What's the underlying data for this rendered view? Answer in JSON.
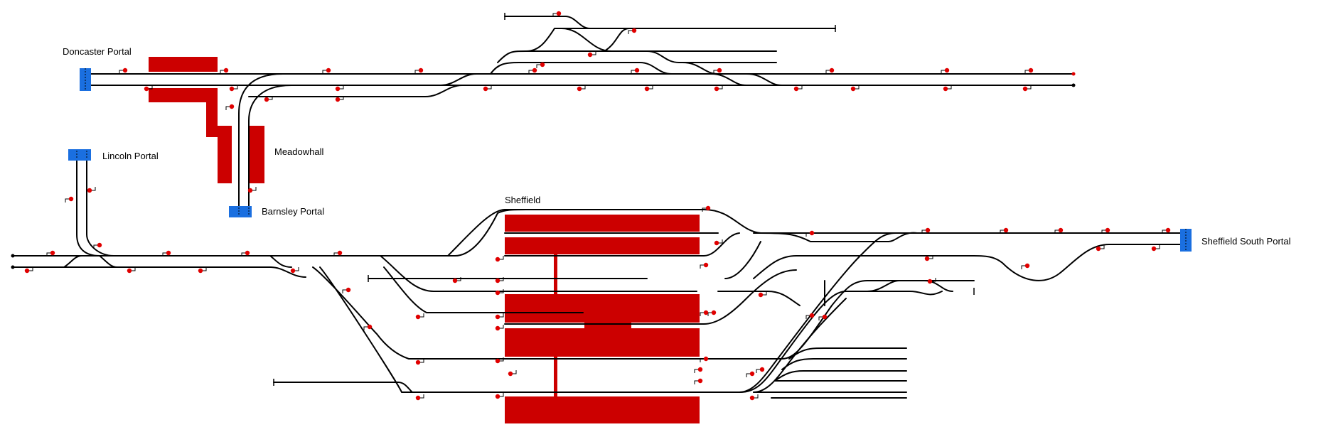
{
  "diagram": {
    "labels": {
      "doncaster_portal": "Doncaster Portal",
      "lincoln_portal": "Lincoln Portal",
      "meadowhall": "Meadowhall",
      "barnsley_portal": "Barnsley Portal",
      "sheffield": "Sheffield",
      "sheffield_south_portal": "Sheffield South Portal"
    },
    "colors": {
      "background": "#ffffff",
      "track": "#000000",
      "platform": "#cc0000",
      "portal": "#1a6fe0",
      "signal": "#e00000"
    }
  }
}
